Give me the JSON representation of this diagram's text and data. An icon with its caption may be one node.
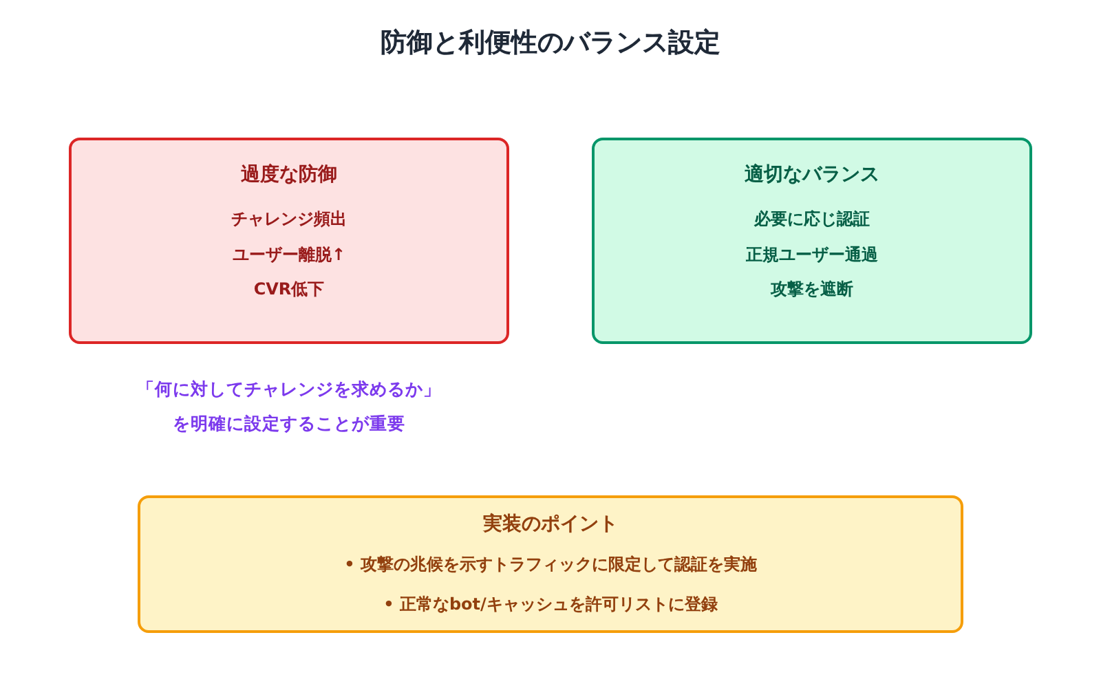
{
  "diagram": {
    "title": "防御と利便性のバランス設定",
    "nodes": [
      {
        "text": [
          "過度な防御",
          "チャレンジ頻出",
          "ユーザー離脱↑",
          "CVR低下"
        ]
      },
      {
        "text": [
          "適切なバランス",
          "必要に応じ認証",
          "正規ユーザー通過",
          "攻撃を遮断"
        ]
      },
      {
        "text": [
          "実装のポイント",
          "• 攻撃の兆候を示すトラフィックに限定して認証を実施",
          "• 正常なbot/キャッシュを許可リストに登録"
        ]
      }
    ],
    "labels": [
      "「何に対してチャレンジを求めるか」",
      "を明確に設定することが重要"
    ]
  }
}
